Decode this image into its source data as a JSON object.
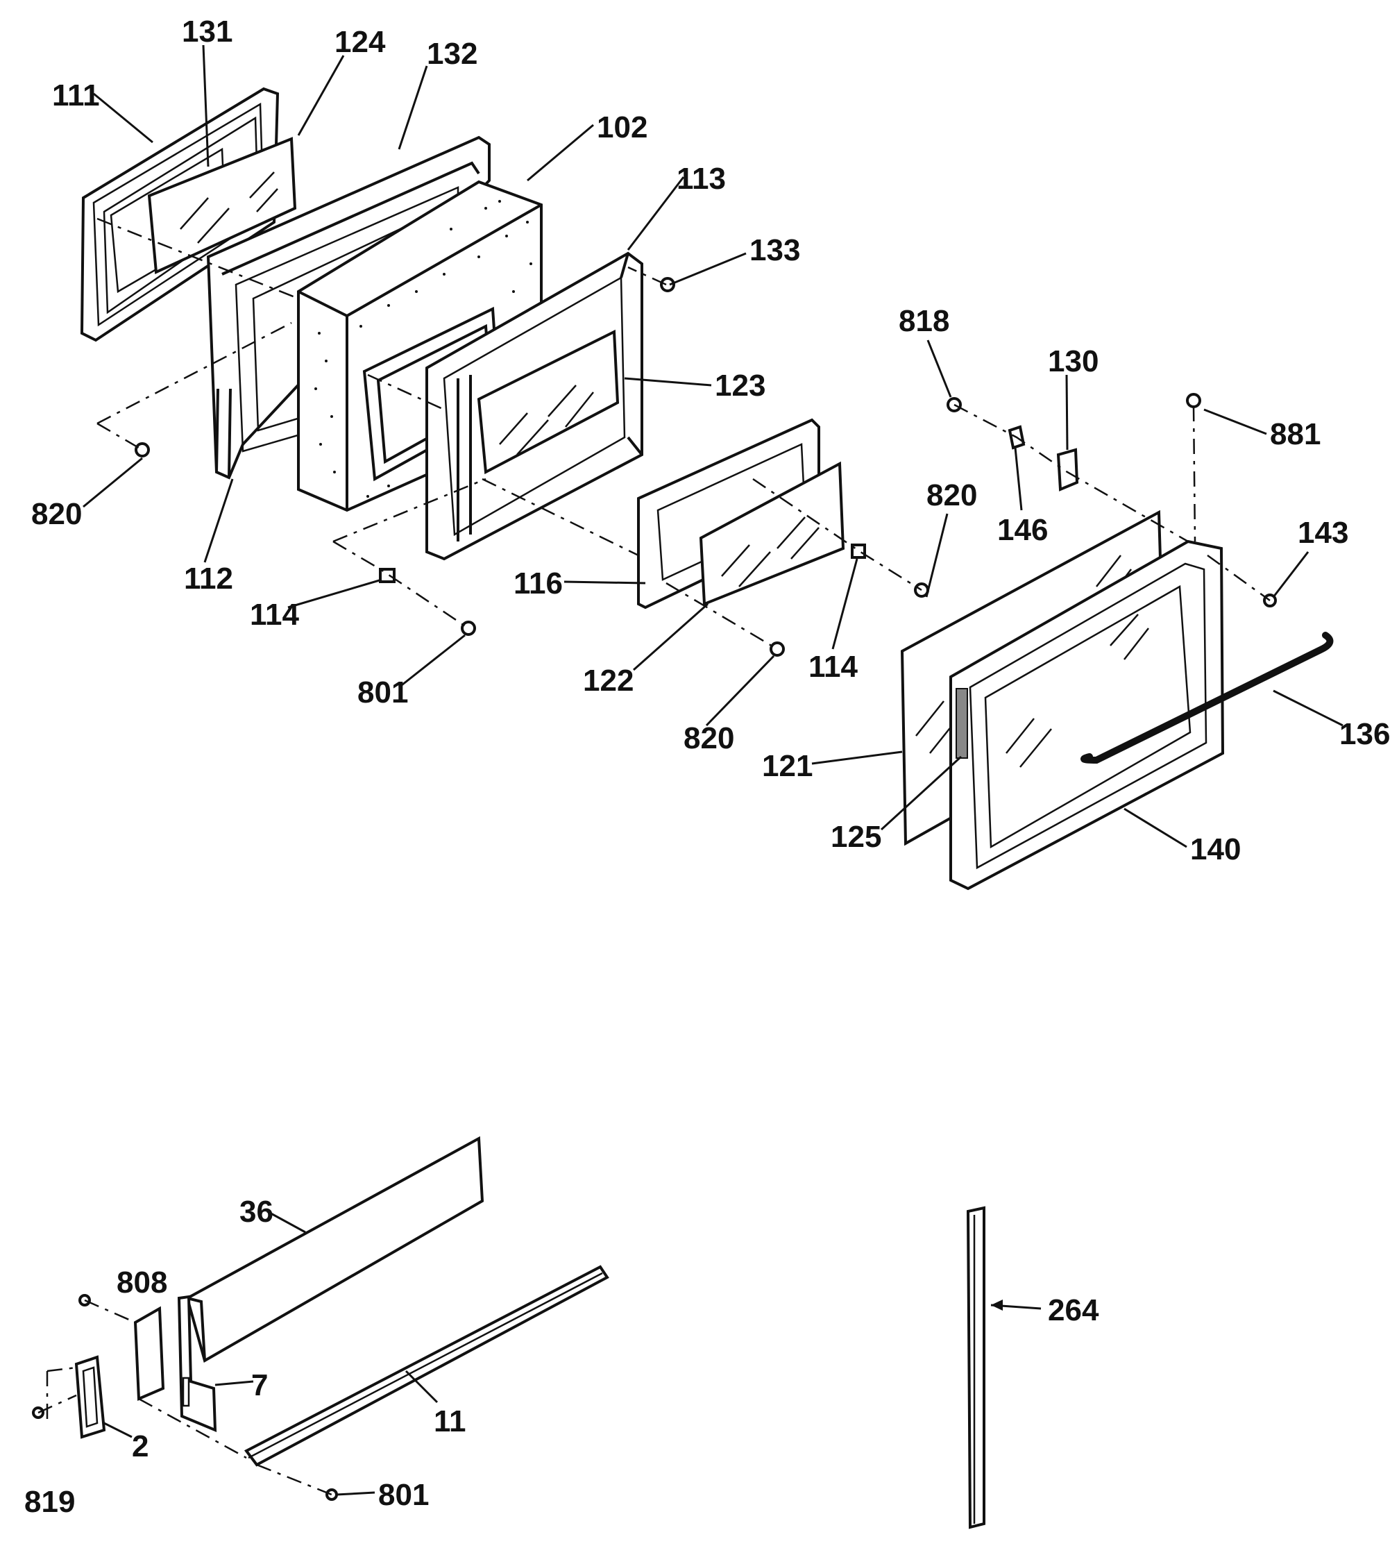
{
  "diagram": {
    "labels": {
      "p111": "111",
      "p131": "131",
      "p124": "124",
      "p132": "132",
      "p102": "102",
      "p113": "113",
      "p133": "133",
      "p123": "123",
      "p818": "818",
      "p130": "130",
      "p881": "881",
      "p820a": "820",
      "p112": "112",
      "p114a": "114",
      "p801a": "801",
      "p116": "116",
      "p122": "122",
      "p820b": "820",
      "p114b": "114",
      "p820c": "820",
      "p146": "146",
      "p143": "143",
      "p136": "136",
      "p121": "121",
      "p125": "125",
      "p140": "140",
      "p36": "36",
      "p808": "808",
      "p7": "7",
      "p11": "11",
      "p2": "2",
      "p819": "819",
      "p801b": "801",
      "p264": "264"
    }
  }
}
